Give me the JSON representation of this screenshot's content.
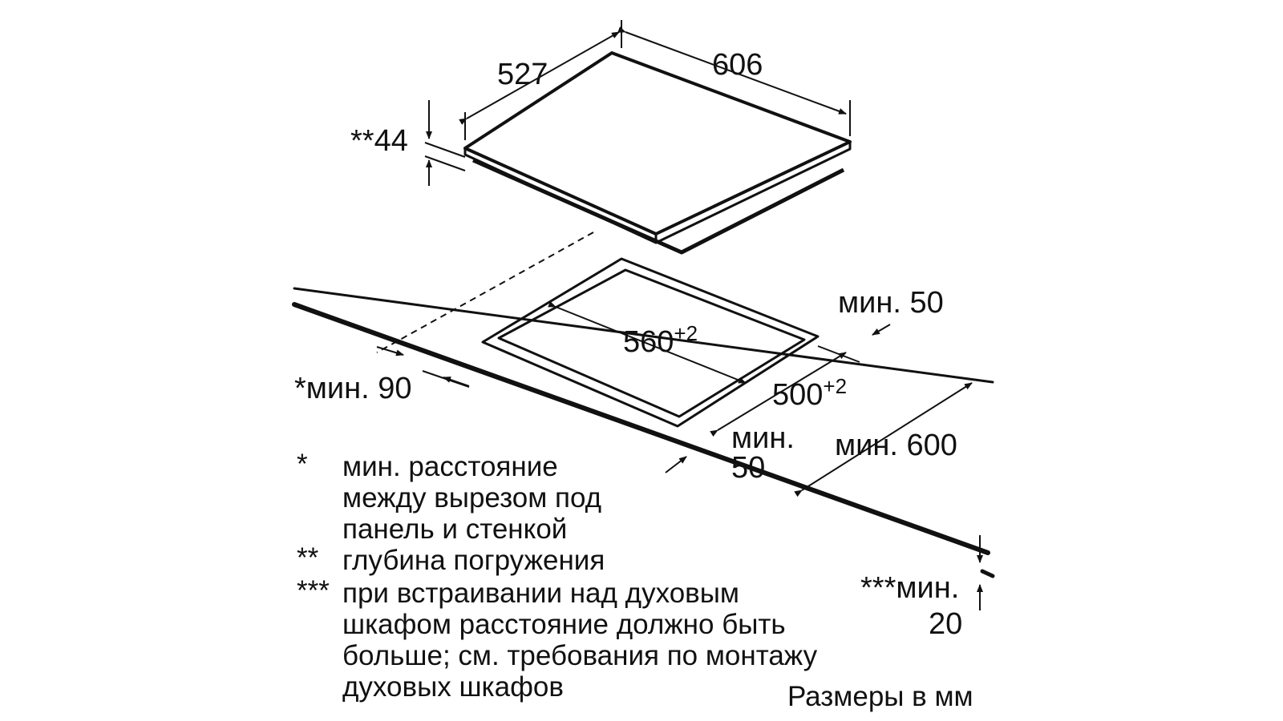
{
  "dimensions": {
    "depth": "527",
    "width": "606",
    "embed_depth": "**44",
    "cutout_width": "560",
    "cutout_width_tol": "+2",
    "cutout_depth": "500",
    "cutout_depth_tol": "+2",
    "min_wall_side": "*мин. 90",
    "min_back": "мин. 50",
    "min_front_line1": "мин.",
    "min_front_line2": "50",
    "min_worktop": "мин. 600",
    "min_oven_line1": "***мин.",
    "min_oven_line2": "20"
  },
  "notes": [
    {
      "mark": "*",
      "lines": [
        "мин. расстояние",
        "между вырезом под",
        "панель и стенкой"
      ]
    },
    {
      "mark": "**",
      "lines": [
        "глубина погружения"
      ]
    },
    {
      "mark": "***",
      "lines": [
        "при встраивании над духовым",
        "шкафом расстояние должно быть",
        "больше; см. требования по монтажу",
        "духовых шкафов"
      ]
    }
  ],
  "units_caption": "Размеры в мм"
}
